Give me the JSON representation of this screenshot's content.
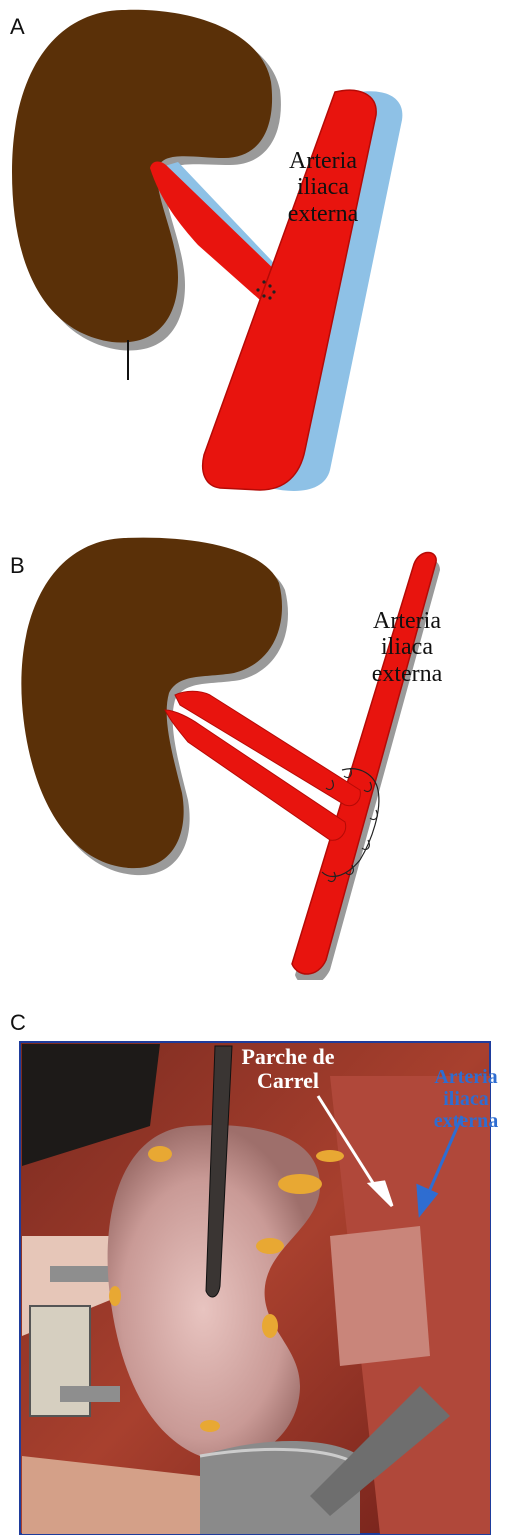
{
  "panels": {
    "a": {
      "label": "A",
      "vessel_label": [
        "Arteria",
        "iliaca",
        "externa"
      ]
    },
    "b": {
      "label": "B",
      "vessel_label": [
        "Arteria",
        "iliaca",
        "externa"
      ]
    },
    "c": {
      "label": "C",
      "patch_label": [
        "Parche de",
        "Carrel"
      ],
      "vessel_label": [
        "Arteria",
        "iliaca",
        "externa"
      ]
    }
  },
  "colors": {
    "kidney": "#5a3008",
    "artery": "#e8140e",
    "vein": "#8ec1e6",
    "vessel_label_blue": "#2e6dd1"
  }
}
